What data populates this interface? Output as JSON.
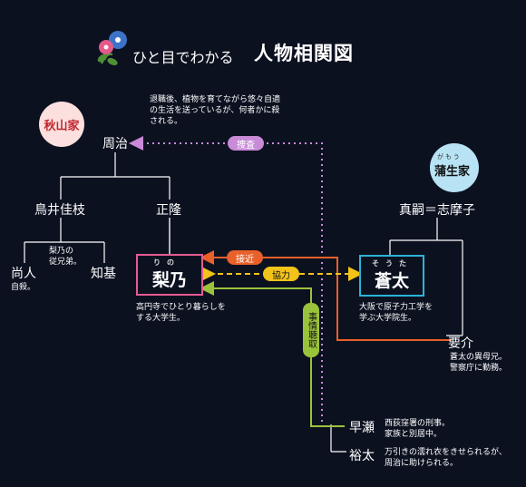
{
  "header": {
    "title_small": "ひと目でわかる",
    "title_large": "人物相関図"
  },
  "families": {
    "akiyama": "秋山家",
    "gamou": "蒲生家",
    "gamou_ruby": "がもう"
  },
  "people": {
    "shuji": {
      "name": "周治",
      "note": [
        "退職後、植物を育てながら悠々自適",
        "の生活を送っているが、何者かに殺",
        "される。"
      ]
    },
    "torii_yoshie": {
      "name": "鳥井佳枝"
    },
    "seiryu": {
      "name": "正隆"
    },
    "naoto": {
      "name": "尚人",
      "note": [
        "自殺。"
      ]
    },
    "tomomoto": {
      "name": "知基"
    },
    "cousins_note": [
      "梨乃の",
      "従兄弟。"
    ],
    "rino": {
      "name": "梨乃",
      "ruby": "りの",
      "note": [
        "高円寺でひとり暮らしを",
        "する大学生。"
      ]
    },
    "makoto_shimako": {
      "name": "真嗣＝志摩子"
    },
    "souta": {
      "name": "蒼太",
      "ruby": "そうた",
      "note": [
        "大阪で原子力工学を",
        "学ぶ大学院生。"
      ]
    },
    "yosuke": {
      "name": "要介",
      "note": [
        "蒼太の異母兄。",
        "警察庁に勤務。"
      ]
    },
    "hayase": {
      "name": "早瀬",
      "note": [
        "西荻窪署の刑事。",
        "家族と別居中。"
      ]
    },
    "yuta": {
      "name": "裕太",
      "note": [
        "万引きの濡れ衣をきせられるが、",
        "周治に助けられる。"
      ]
    }
  },
  "relations": {
    "sousa": "捜査",
    "sekkin": "接近",
    "kyouryoku": "協力",
    "jijou_chousyu": "事情聴取"
  },
  "colors": {
    "background": "#0c1120",
    "line": "#ffffff",
    "akiyama_circle": "#fbe0df",
    "akiyama_text": "#c0262f",
    "gamou_circle": "#b8e3f4",
    "rino_border": "#e75b93",
    "souta_border": "#2bb3d8",
    "sousa": "#c98ad8",
    "sekkin": "#e8602a",
    "kyouryoku": "#f2c319",
    "chousyu": "#9ac33c"
  },
  "icons": {
    "header_icon": "morning-glory-icon"
  }
}
